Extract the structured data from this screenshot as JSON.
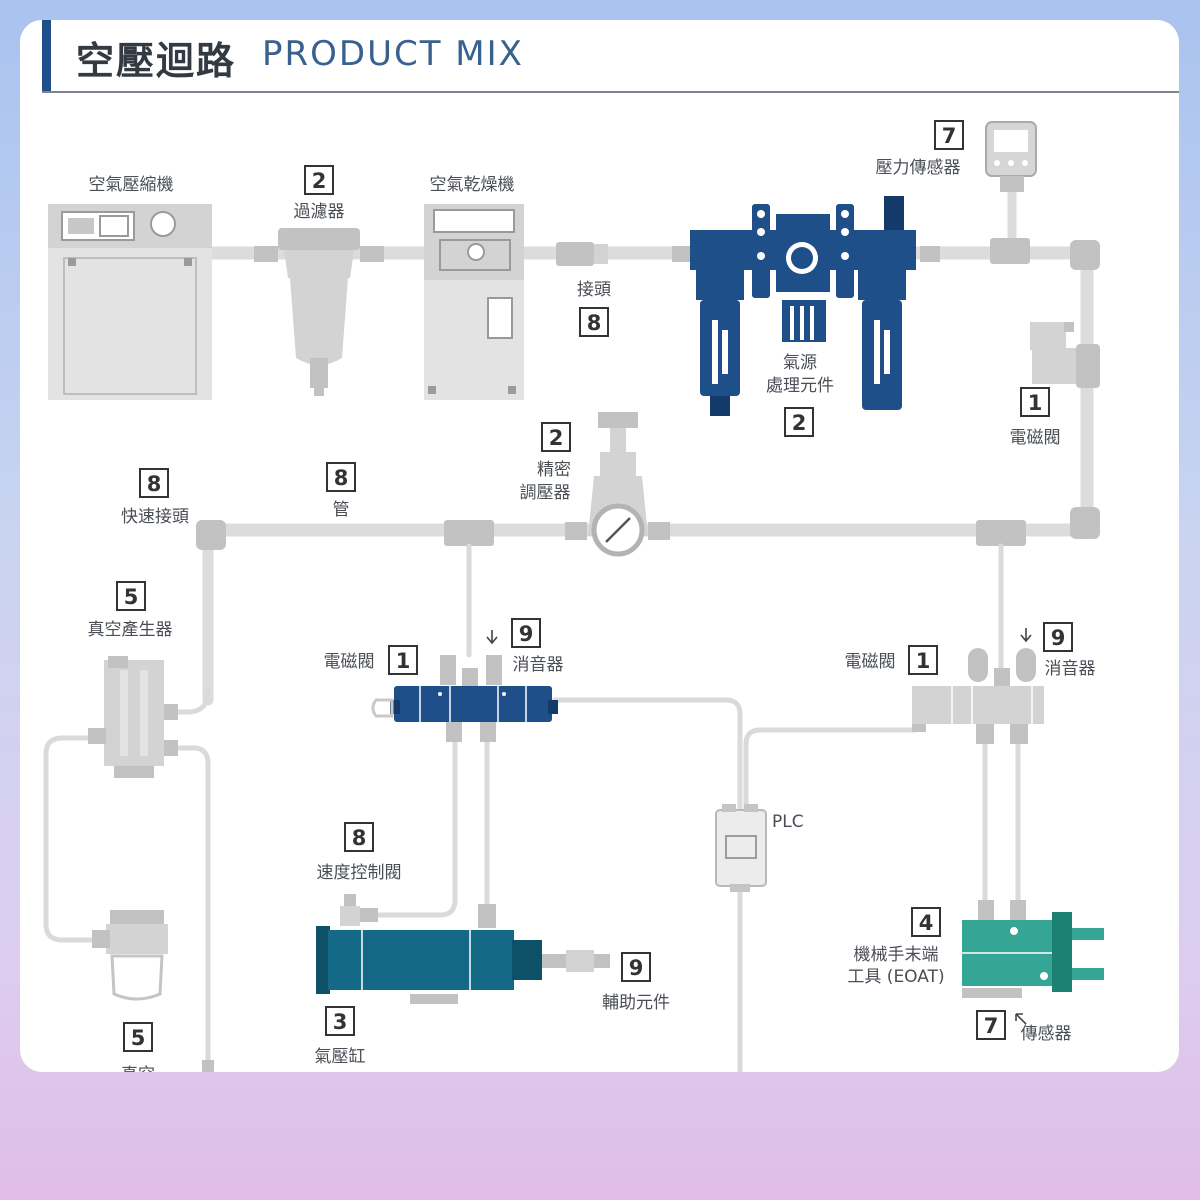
{
  "header": {
    "title_zh": "空壓迴路",
    "title_en": "PRODUCT MIX"
  },
  "labels": {
    "compressor": "空氣壓縮機",
    "filter": "過濾器",
    "dryer": "空氣乾燥機",
    "connector_top": "接頭",
    "air_treatment_1": "氣源",
    "air_treatment_2": "處理元件",
    "pressure_sensor": "壓力傳感器",
    "solenoid_right_top": "電磁閥",
    "precision_1": "精密",
    "precision_2": "調壓器",
    "quick_connector": "快速接頭",
    "tube": "管",
    "vacuum_generator": "真空產生器",
    "solenoid_center": "電磁閥",
    "silencer_center": "消音器",
    "solenoid_right": "電磁閥",
    "silencer_right": "消音器",
    "plc": "PLC",
    "speed_control": "速度控制閥",
    "auxiliary": "輔助元件",
    "cylinder": "氣壓缸",
    "eoat_1": "機械手末端",
    "eoat_2": "工具 (EOAT)",
    "sensor": "傳感器",
    "vacuum_cut": "真空"
  },
  "numbers": {
    "filter": "2",
    "connector_top": "8",
    "air_treatment": "2",
    "pressure_sensor": "7",
    "solenoid_right_top": "1",
    "precision": "2",
    "quick_connector": "8",
    "tube": "8",
    "vacuum_generator": "5",
    "solenoid_center": "1",
    "silencer_center": "9",
    "solenoid_right": "1",
    "silencer_right": "9",
    "speed_control": "8",
    "auxiliary": "9",
    "cylinder": "3",
    "eoat": "4",
    "sensor": "7",
    "vacuum_bottom": "5"
  },
  "colors": {
    "navy": "#1f4f88",
    "teal": "#146a86",
    "green": "#35a596",
    "grey": "#d3d3d3"
  }
}
